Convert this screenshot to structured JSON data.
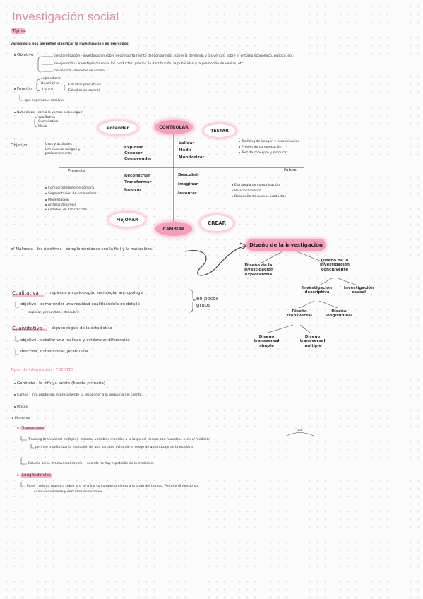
{
  "title": "Investigación social",
  "tipos": {
    "heading": "Tipos",
    "intro": "variables q nos permiten clasificar la investigación de mercados:",
    "objetivo_label": "Objetivo",
    "objetivo_1": "de planificación - investigación sobre el comportamiento del consumidor, sobre la demanda y las ventas, sobre el entorno económico, político, etc.",
    "objetivo_2": "de ejecución - investigación sobre los productos, precios, la distribución, la publicidad y la promoción de ventas, etc.",
    "objetivo_3": "de control - medidas de control.",
    "funcion_label": "Función",
    "funcion_1": "exploratoria",
    "funcion_2": "Descriptiva",
    "funcion_3": "Causal",
    "funcion_4": "Estudios predictivos",
    "funcion_5": "Estudios de control",
    "funcion_6": "que esperamos resolver",
    "naturaleza": "Naturaleza - como lo vamos a conseguir",
    "nat_1": "cualitativa",
    "nat_2": "Cuantitativa",
    "nat_3": "Mixta"
  },
  "map": {
    "objetivo_label": "Objetivo",
    "presente": "Presente",
    "futuro": "Futuro",
    "entender": "entender",
    "controlar": "CONTROLAR",
    "testar": "TESTAR",
    "mejorar": "MEJORAR",
    "cambiar": "CAMBIAR",
    "crear": "CREAR",
    "tl_1": "Usos y actitudes",
    "tl_2": "Estudios de imagen y posicionamiento",
    "tc_1": "Explorar",
    "tc_2": "Conocer",
    "tc_3": "Comprender",
    "tr_1": "Validar",
    "tr_2": "Medir",
    "tr_3": "Monitorizar",
    "trr_1": "Tracking de imagen y comunicación",
    "trr_2": "Pretest de comunicación",
    "trr_3": "Test de concepto y producto",
    "bc_1": "Reconstruir",
    "bc_2": "Transformar",
    "bc_3": "Innovar",
    "bl_1": "Comportamiento de compra",
    "bl_2": "Segmentación de consumidor",
    "bl_3": "Modelización",
    "bl_4": "Análisis de precio",
    "bl_5": "Estudios de satisfacción",
    "br_1": "Descubrir",
    "br_2": "Imaginar",
    "br_3": "Inventar",
    "brr_1": "Estrategia de comunicación",
    "brr_2": "Posicionamiento",
    "brr_3": "Desarrollo de nuevos productos"
  },
  "malhotra": "p/ Malhotra - los objetivos - complementados con la f(x) y la naturaleza.",
  "diseno": {
    "root": "Diseño de la investigación",
    "exploratoria": "Diseño de la investigación exploratoria",
    "concluyente": "Diseño de la investigación concluyente",
    "descriptiva": "Investigación descriptiva",
    "causal": "Investigación causal",
    "transversal": "Diseño transversal",
    "longitudinal": "Diseño longitudinal",
    "simple": "Diseño transversal simple",
    "multiple": "Diseño transversal múltiple"
  },
  "cualitativa": {
    "label": "Cualitativa",
    "l1": "- inspirada en psicología, sociología, antropología",
    "l2": "objetivo - comprender una realidad cualificándola en detalle",
    "l3": "explicar, profundizar, descubrir.",
    "brace": "en pocos grups"
  },
  "cuantitativa": {
    "label": "Cuantitativa",
    "l1": "- siguen reglas de la estadística",
    "l2": "objetivo - detallar una realidad y evidenciar diferencias",
    "l3": "describir, dimensionar, jerarquizar."
  },
  "tipos_info": {
    "heading": "Tipos de información - FUENTES",
    "gabinete": "Gabinete - la info ya existe (fuente primaria)",
    "campo": "Campo - info producida expresamente p/ responder a la pregunta del cliente.",
    "mixtos": "Mixtos",
    "momento": "Momento",
    "transversales": "Transversales",
    "tracking": "Tracking (transversal múltiple) - mismas variables medidas a lo largo del tiempo con muestras ≠ en c/ medición",
    "ola": "\"ola\"",
    "tracking_sub": "permite monitorizar la evolución de una variable evitando el sesgo de aprendizaje de la muestra.",
    "estudio_unico": "Estudio único (transversal simple) - cuando no hay repetición de la medición.",
    "longitudinales": "Longitudinales",
    "panel": "Panel - misma muestra sobre la q se mide su comportamiento a lo largo del tiempo. Permite dimensionar",
    "panel_2": "cualquier variable y descubrir evoluciones."
  }
}
